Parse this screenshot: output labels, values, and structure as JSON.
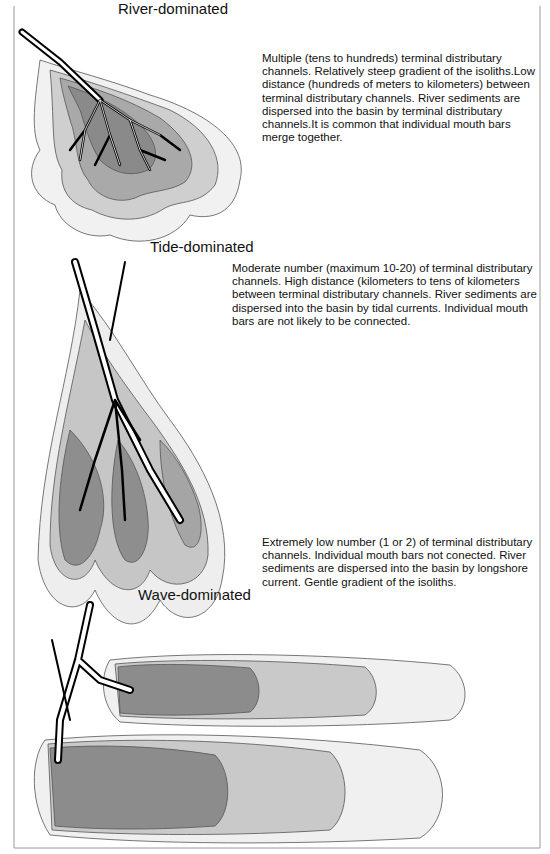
{
  "diagram": {
    "labels": [
      "River-dominated",
      "Multiple (tens to hundreds) terminal distributary channels. Relatively steep gradient of the isoliths.Low distance (hundreds of meters to kilometers) between terminal distributary channels. River sediments are dispersed into the basin by terminal distributary channels.It is common that individual mouth bars merge together.",
      "Tide-dominated",
      "Moderate number (maximum 10-20) of terminal distributary channels. High distance (kilometers to tens of kilometers between terminal distributary channels. River sediments are dispersed into the basin by tidal currents. Individual mouth bars are not likely to be connected.",
      "Wave-dominated",
      "Extremely low number (1 or 2) of terminal distributary channels. Individual mouth bars not conected. River sediments are dispersed into the basin by longshore current. Gentle gradient of the isoliths."
    ]
  }
}
